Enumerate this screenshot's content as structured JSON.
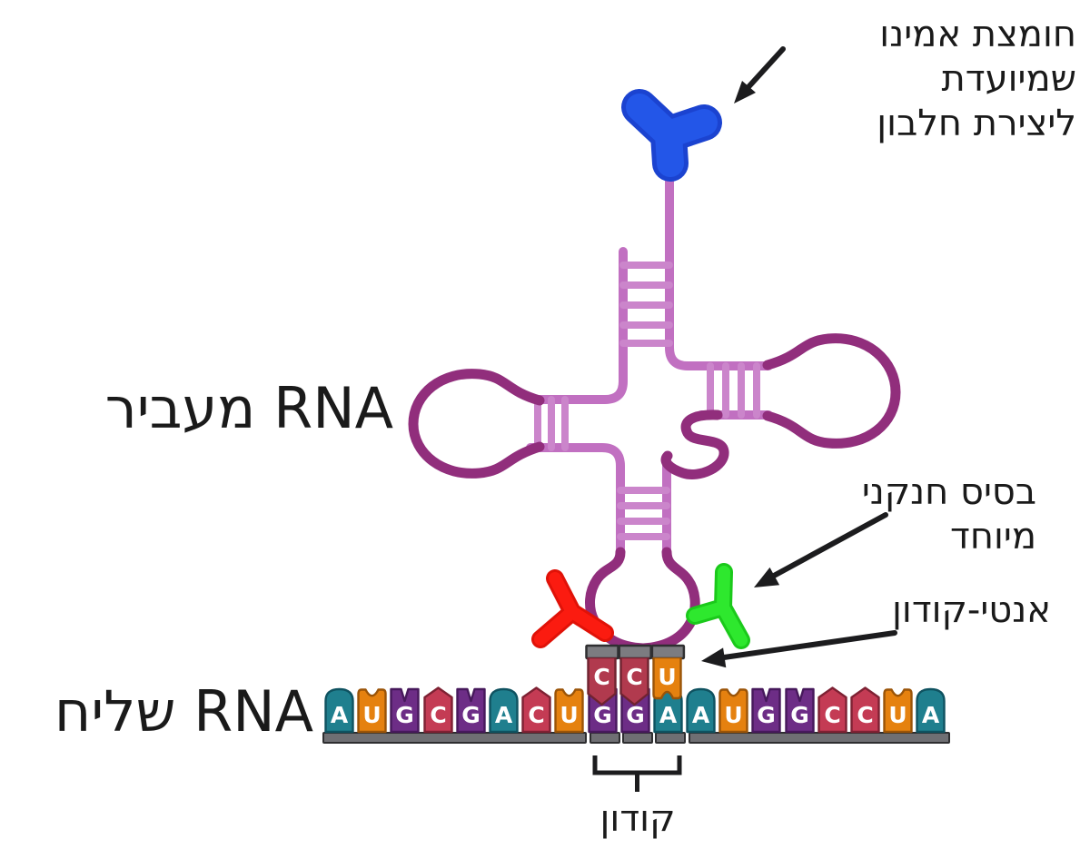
{
  "labels": {
    "amino_acid": "חומצת אמינו\nשמיועדת\nליצירת חלבון",
    "transfer_rna": "RNA מעביר",
    "nitrogen_base": "בסיס חנקני\nמיוחד",
    "anticodon": "אנטי-קודון",
    "messenger_rna": "RNA שליח",
    "codon": "קודון"
  },
  "sequences": {
    "mrna": [
      "A",
      "U",
      "G",
      "C",
      "G",
      "A",
      "C",
      "U",
      "G",
      "G",
      "A",
      "A",
      "U",
      "G",
      "G",
      "C",
      "C",
      "U",
      "A"
    ],
    "anticodon": [
      "C",
      "C",
      "U"
    ],
    "codon": [
      "G",
      "G",
      "A"
    ],
    "codon_start_index": 8
  },
  "colors": {
    "nucleotide_A": "#1f7f8e",
    "nucleotide_A_border": "#0f5260",
    "nucleotide_U": "#e5810f",
    "nucleotide_U_border": "#9a5408",
    "nucleotide_G": "#6d2d86",
    "nucleotide_G_border": "#47195c",
    "nucleotide_C": "#c43b54",
    "nucleotide_C_border": "#7e2133",
    "anticodon_C": "#b13a4e",
    "anticodon_C_border": "#6f2330",
    "strand_light": "#c170c1",
    "strand_rung": "#cb85cb",
    "strand_dark": "#912e7c",
    "amino_acid_blue": "#2356e8",
    "amino_acid_blue_dark": "#1b43d0",
    "base_red": "#fb1b10",
    "base_red_dark": "#e01208",
    "base_green": "#2ee82e",
    "base_green_dark": "#1bc91b",
    "connector_gray": "#7c7c80",
    "bar_gray": "#6f6f73",
    "arrow_black": "#1c1c1e",
    "text_black": "#1a1a1a"
  }
}
